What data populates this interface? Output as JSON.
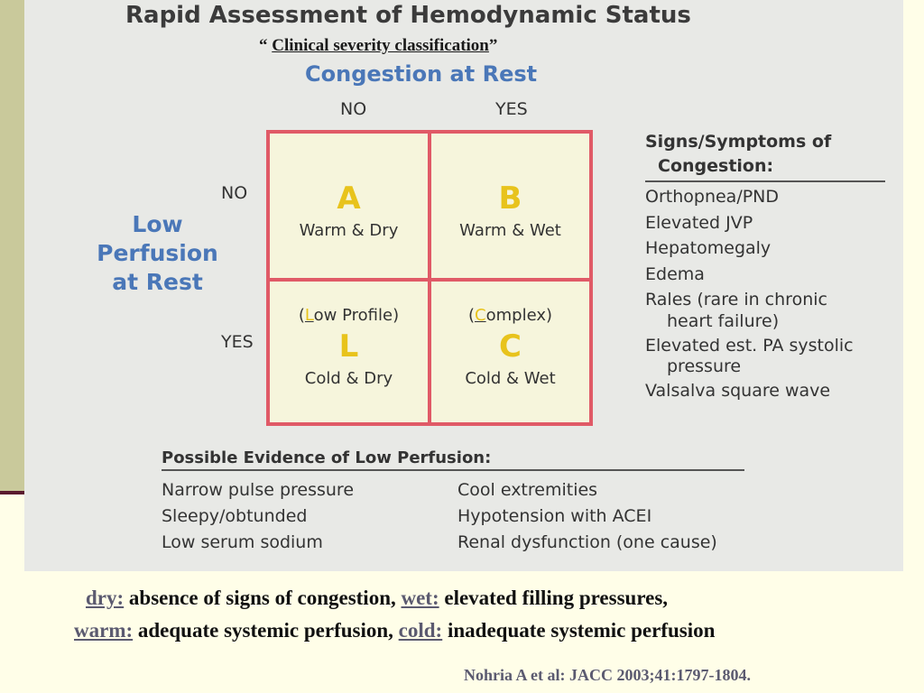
{
  "title": "Rapid Assessment of Hemodynamic Status",
  "subtitle": {
    "open_quote": "“ ",
    "text": "Clinical severity classification",
    "close_quote": "”"
  },
  "congestion": {
    "title": "Congestion at Rest",
    "no": "NO",
    "yes": "YES"
  },
  "perfusion": {
    "line1": "Low",
    "line2": "Perfusion",
    "line3": "at Rest",
    "no": "NO",
    "yes": "YES"
  },
  "cells": {
    "a": {
      "letter": "A",
      "label": "Warm & Dry"
    },
    "b": {
      "letter": "B",
      "label": "Warm & Wet"
    },
    "l": {
      "paren_open": "(",
      "paren_letter": "L",
      "paren_rest": "ow Profile)",
      "letter": "L",
      "label": "Cold & Dry"
    },
    "c": {
      "paren_open": "(",
      "paren_letter": "C",
      "paren_rest": "omplex)",
      "letter": "C",
      "label": "Cold & Wet"
    }
  },
  "signs": {
    "title_line1": "Signs/Symptoms of",
    "title_line2": "Congestion:",
    "items": [
      "Orthopnea/PND",
      "Elevated JVP",
      "Hepatomegaly",
      "Edema",
      "Rales (rare in chronic",
      "heart failure)",
      "Elevated est. PA systolic",
      "pressure",
      "Valsalva square wave"
    ]
  },
  "evidence": {
    "title": "Possible Evidence of Low Perfusion:",
    "left": [
      "Narrow pulse pressure",
      "Sleepy/obtunded",
      "Low serum sodium"
    ],
    "right": [
      "Cool extremities",
      "Hypotension with ACEI",
      "Renal dysfunction (one cause)"
    ]
  },
  "definitions": {
    "dry_term": "dry:",
    "dry_text": " absence of signs of congestion, ",
    "wet_term": "wet:",
    "wet_text": " elevated filling pressures,",
    "warm_term": "warm:",
    "warm_text": " adequate systemic perfusion, ",
    "cold_term": "cold:",
    "cold_text": " inadequate systemic perfusion"
  },
  "citation": "Nohria A et al: JACC 2003;41:1797-1804."
}
